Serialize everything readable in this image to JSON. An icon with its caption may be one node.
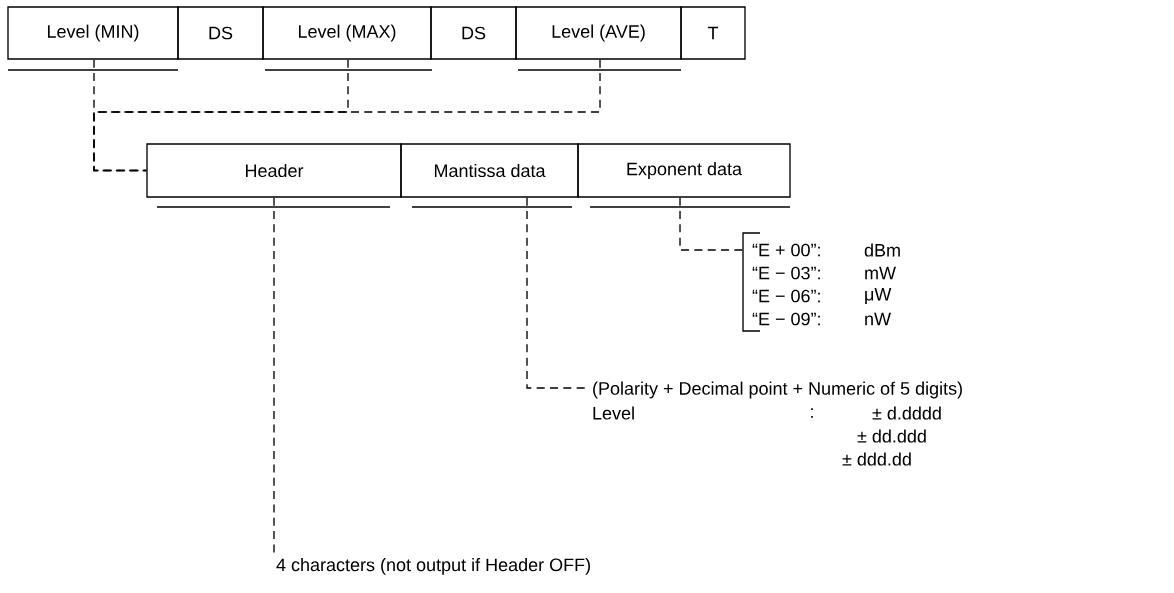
{
  "diagram": {
    "nodes": [
      {
        "text": [
          "Level (MIN)"
        ]
      },
      {
        "text": [
          "DS"
        ]
      },
      {
        "text": [
          "Level (MAX)"
        ]
      },
      {
        "text": [
          "DS"
        ]
      },
      {
        "text": [
          "Level (AVE)"
        ]
      },
      {
        "text": [
          "T"
        ]
      },
      {
        "text": [
          "Header"
        ]
      },
      {
        "text": [
          "Mantissa data"
        ]
      },
      {
        "text": [
          "Exponent data"
        ]
      },
      {
        "text": [
          "“E + 00”:",
          "dBm",
          "“E − 03”:",
          "mW",
          "“E − 06”:",
          "μW",
          "“E − 09”:",
          "nW"
        ]
      },
      {
        "text": [
          "(Polarity  +  Decimal point  +  Numeric of 5 digits)",
          "Level",
          ":",
          "± d.dddd",
          "± dd.ddd",
          "± ddd.dd"
        ]
      },
      {
        "text": [
          "4 characters (not output if Header OFF)"
        ]
      }
    ],
    "edges": [
      {
        "from": 0,
        "to": 6,
        "arrow": "none",
        "style": "dashed"
      },
      {
        "from": 2,
        "to": 6,
        "arrow": "none",
        "style": "dashed"
      },
      {
        "from": 4,
        "to": 6,
        "arrow": "none",
        "style": "dashed"
      },
      {
        "from": 6,
        "to": 11,
        "arrow": "none",
        "style": "dashed"
      },
      {
        "from": 7,
        "to": 10,
        "arrow": "none",
        "style": "dashed"
      },
      {
        "from": 8,
        "to": 9,
        "arrow": "none",
        "style": "dashed"
      }
    ]
  }
}
